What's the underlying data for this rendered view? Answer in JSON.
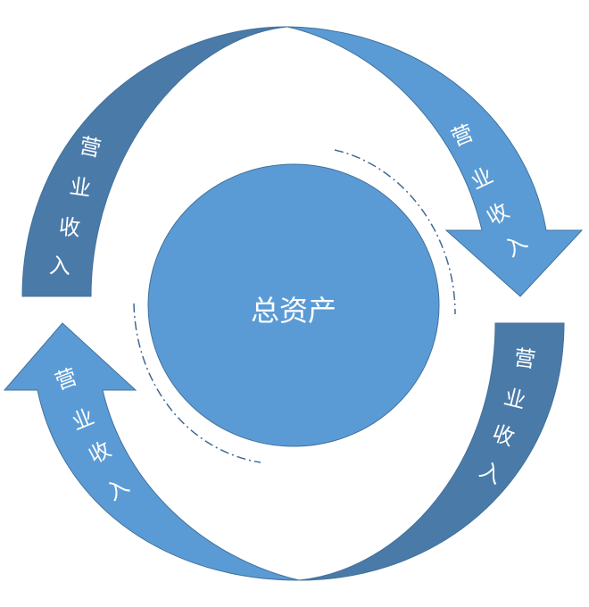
{
  "center": {
    "label": "总资产"
  },
  "arrows": [
    {
      "name": "top-left",
      "chars": [
        "营",
        "业",
        "收",
        "入"
      ]
    },
    {
      "name": "top-right",
      "chars": [
        "营",
        "业",
        "收",
        "入"
      ]
    },
    {
      "name": "bottom-right",
      "chars": [
        "营",
        "业",
        "收",
        "入"
      ]
    },
    {
      "name": "bottom-left",
      "chars": [
        "营",
        "业",
        "收",
        "入"
      ]
    }
  ],
  "colors": {
    "dark": "#4a7aa8",
    "light": "#5b9bd5",
    "stroke": "#41719c",
    "dash": "#3f6a94"
  }
}
